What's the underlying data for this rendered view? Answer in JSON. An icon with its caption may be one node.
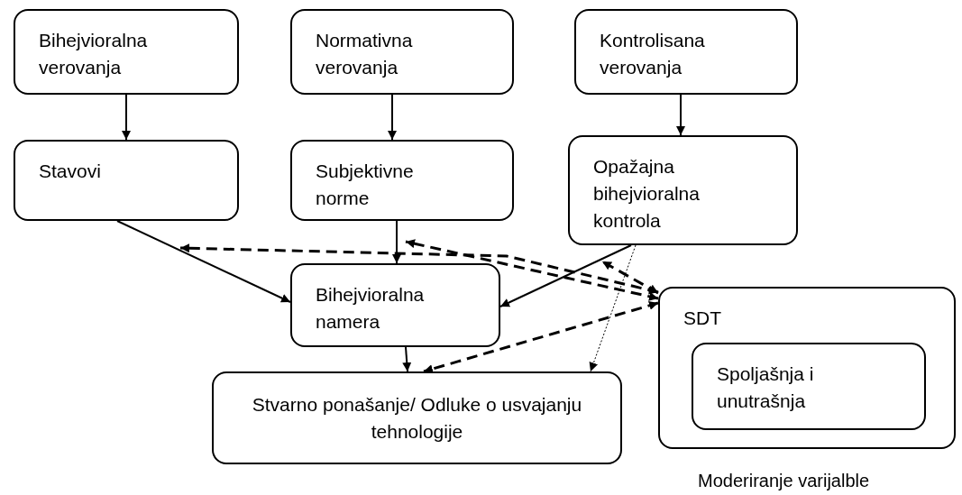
{
  "diagram": {
    "nodes": [
      {
        "text": [
          "Bihejvioralna verovanja"
        ]
      },
      {
        "text": [
          "Normativna verovanja"
        ]
      },
      {
        "text": [
          "Kontrolisana verovanja"
        ]
      },
      {
        "text": [
          "Stavovi"
        ]
      },
      {
        "text": [
          "Subjektivne norme"
        ]
      },
      {
        "text": [
          "Opažajna bihejvioralna kontrola"
        ]
      },
      {
        "text": [
          "Bihejvioralna namera"
        ]
      },
      {
        "text": [
          "Stvarno ponašanje/ Odluke o usvajanju tehnologije"
        ]
      },
      {
        "text": [
          "SDT"
        ],
        "beside": [
          "Moderiranje varijalble"
        ]
      },
      {
        "text": [
          "Spoljašnja i unutrašnja"
        ],
        "in": 8
      }
    ],
    "edges": [
      {
        "from": 0,
        "to": 3,
        "arrow": "to"
      },
      {
        "from": 1,
        "to": 4,
        "arrow": "to"
      },
      {
        "from": 2,
        "to": 5,
        "arrow": "to"
      },
      {
        "from": 3,
        "to": 6,
        "arrow": "to"
      },
      {
        "from": 4,
        "to": 6,
        "arrow": "to"
      },
      {
        "from": 5,
        "to": 6,
        "arrow": "to"
      },
      {
        "from": 6,
        "to": 7,
        "arrow": "to"
      },
      {
        "from": 5,
        "to": 7,
        "arrow": "to",
        "style": "dashed"
      },
      {
        "from": 8,
        "to": 3,
        "arrow": "both",
        "style": "dashed"
      },
      {
        "from": 8,
        "to": 6,
        "arrow": "both",
        "style": "dashed"
      },
      {
        "from": 8,
        "to": 5,
        "arrow": "both",
        "style": "dashed"
      },
      {
        "from": 8,
        "to": 7,
        "arrow": "both",
        "style": "dashed"
      }
    ]
  }
}
